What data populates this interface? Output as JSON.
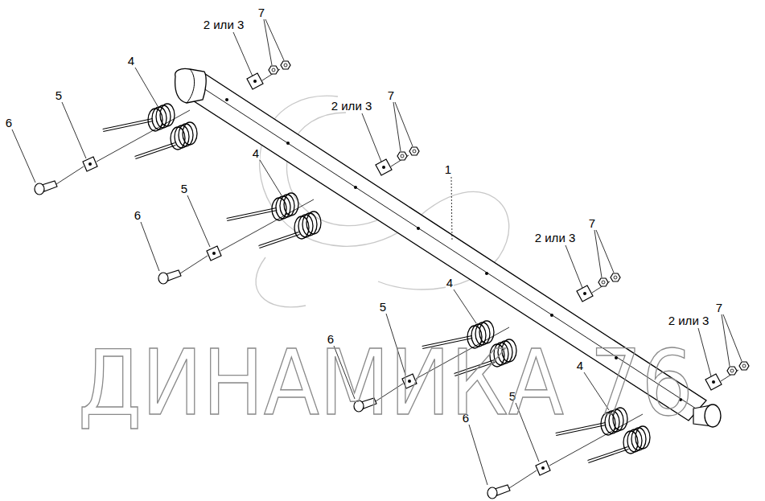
{
  "diagram": {
    "labels": [
      "7",
      "2 или 3",
      "4",
      "5",
      "6",
      "7",
      "2 или 3",
      "1",
      "4",
      "5",
      "6",
      "7",
      "2 или 3",
      "4",
      "5",
      "6",
      "7",
      "2 или 3",
      "4",
      "5",
      "6",
      "ДИНАМИКА 76"
    ]
  }
}
